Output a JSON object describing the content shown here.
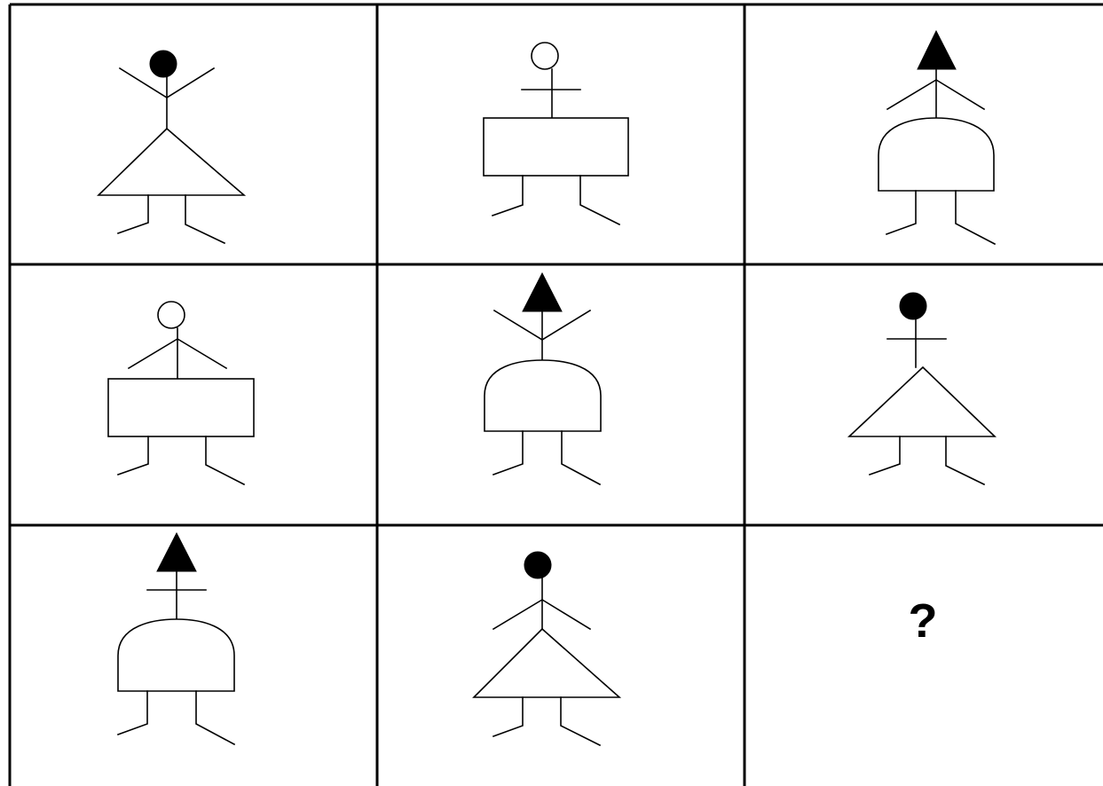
{
  "puzzle": {
    "rows": 3,
    "columns": 3,
    "colors": {
      "line": "#000000",
      "background": "#ffffff"
    },
    "cells": [
      {
        "row": 1,
        "col": 1,
        "head": "filled-circle",
        "arms": "raised-v",
        "body": "triangle",
        "legs": "two-bent"
      },
      {
        "row": 1,
        "col": 2,
        "head": "hollow-circle",
        "arms": "cross-bar",
        "body": "rectangle",
        "legs": "two-bent"
      },
      {
        "row": 1,
        "col": 3,
        "head": "filled-triangle",
        "arms": "lowered-v",
        "body": "dome",
        "legs": "two-bent"
      },
      {
        "row": 2,
        "col": 1,
        "head": "hollow-circle",
        "arms": "lowered-v",
        "body": "rectangle",
        "legs": "two-bent"
      },
      {
        "row": 2,
        "col": 2,
        "head": "filled-triangle",
        "arms": "raised-v",
        "body": "dome",
        "legs": "two-bent"
      },
      {
        "row": 2,
        "col": 3,
        "head": "filled-circle",
        "arms": "cross-bar",
        "body": "triangle",
        "legs": "two-bent"
      },
      {
        "row": 3,
        "col": 1,
        "head": "filled-triangle",
        "arms": "cross-bar",
        "body": "dome",
        "legs": "two-bent"
      },
      {
        "row": 3,
        "col": 2,
        "head": "filled-circle",
        "arms": "lowered-v",
        "body": "triangle",
        "legs": "two-bent"
      },
      {
        "row": 3,
        "col": 3,
        "missing": true
      }
    ],
    "missing_label": "?"
  }
}
